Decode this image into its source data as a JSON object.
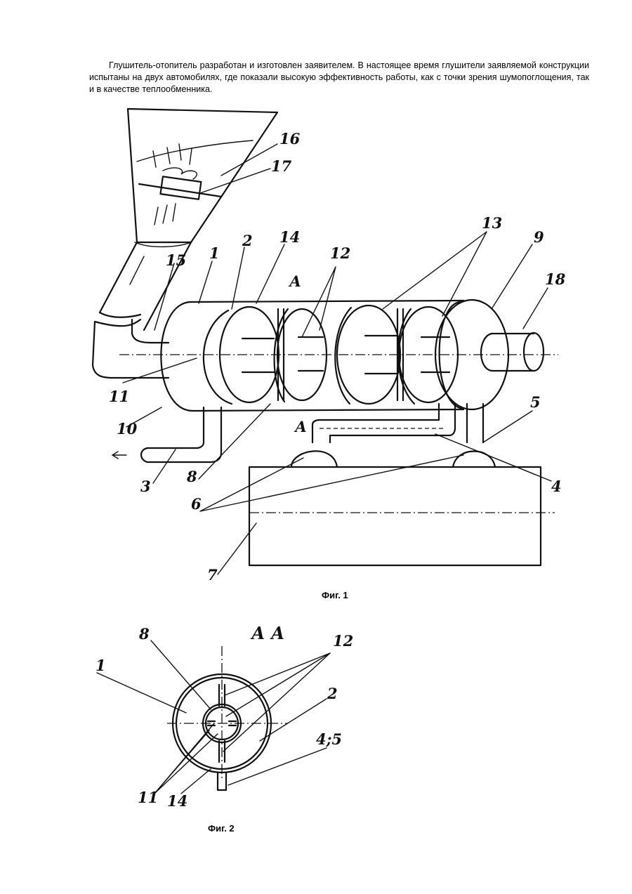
{
  "paragraph": "Глушитель-отопитель разработан и изготовлен заявителем. В настоящее время глушители заявляемой конструкции испытаны на двух автомобилях, где показали высокую эффективность работы, как с точки зрения шумопоглощения, так и в качестве теплообменника.",
  "fig1": {
    "caption": "Фиг. 1",
    "labels": {
      "l1": "1",
      "l2": "2",
      "l3": "3",
      "l4": "4",
      "l5": "5",
      "l6": "6",
      "l7": "7",
      "l8": "8",
      "l9": "9",
      "l10": "10",
      "l11": "11",
      "l12": "12",
      "l13": "13",
      "l14": "14",
      "l15": "15",
      "l16": "16",
      "l17": "17",
      "l18": "18",
      "sectionA_top": "А",
      "sectionA_bottom": "А"
    }
  },
  "fig2": {
    "caption": "Фиг. 2",
    "title": "А А",
    "labels": {
      "l1": "1",
      "l2": "2",
      "l8": "8",
      "l11": "11",
      "l12": "12",
      "l14": "14",
      "l45": "4;5"
    }
  }
}
